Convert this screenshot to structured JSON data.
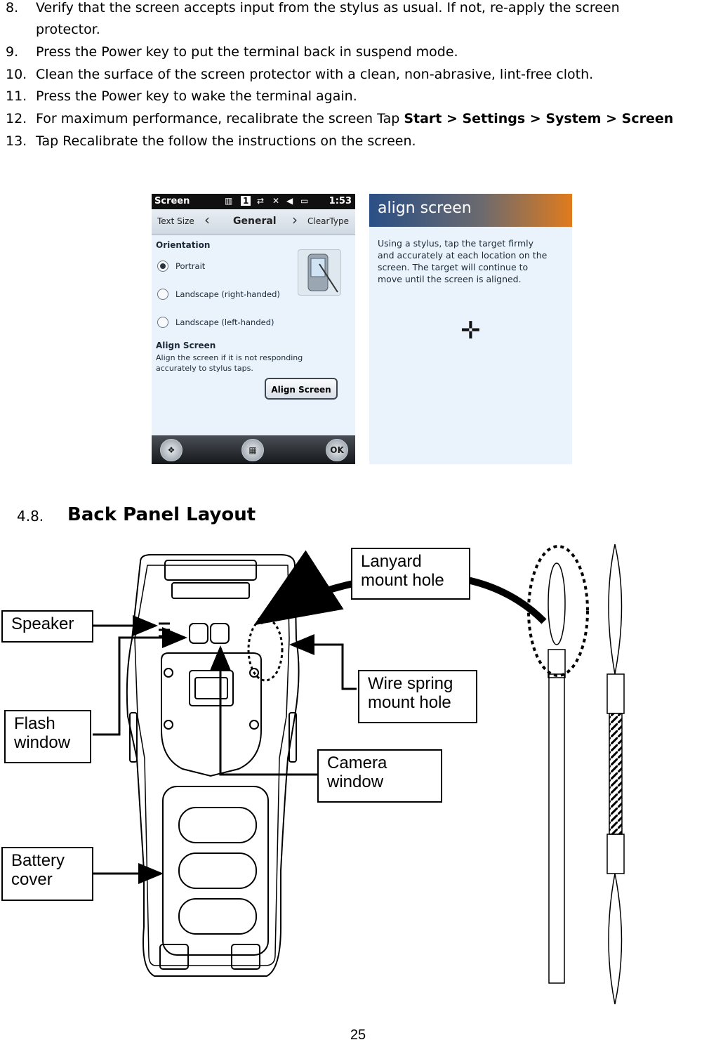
{
  "steps": [
    {
      "num": "8.",
      "lines": [
        "Verify that the screen accepts input from the stylus as usual. If not, re-apply the screen",
        "protector."
      ]
    },
    {
      "num": "9.",
      "lines": [
        "Press the Power key to put the terminal back in suspend mode."
      ]
    },
    {
      "num": "10.",
      "lines": [
        "Clean the surface of the screen protector with a clean, non-abrasive, lint-free cloth."
      ]
    },
    {
      "num": "11.",
      "lines": [
        "Press the Power key to wake the terminal again."
      ]
    },
    {
      "num": "12.",
      "prefix": "For maximum performance, recalibrate the screen Tap ",
      "bold": "Start > Settings > System > Screen"
    },
    {
      "num": "13.",
      "lines": [
        "Tap Recalibrate the follow the instructions on the screen."
      ]
    }
  ],
  "screen1": {
    "title": "Screen",
    "time": "1:53",
    "badge": "1",
    "tabs": {
      "left": "Text Size",
      "current": "General",
      "right": "ClearType"
    },
    "orientation_heading": "Orientation",
    "options": [
      {
        "label": "Portrait",
        "selected": true
      },
      {
        "label": "Landscape (right-handed)",
        "selected": false
      },
      {
        "label": "Landscape (left-handed)",
        "selected": false
      }
    ],
    "align_heading": "Align Screen",
    "align_desc": [
      "Align the screen if it is not responding",
      "accurately to stylus taps."
    ],
    "align_button": "Align Screen",
    "ok_label": "OK"
  },
  "screen2": {
    "title": "align screen",
    "text": [
      "Using a stylus, tap the target firmly",
      "and accurately at each location on the",
      "screen. The target will continue to",
      "move until the screen is aligned."
    ],
    "target": "✛"
  },
  "section": {
    "number": "4.8.",
    "title": "Back Panel Layout"
  },
  "callouts": {
    "lanyard": [
      "Lanyard",
      "mount hole"
    ],
    "speaker": [
      "Speaker"
    ],
    "wire_spring": [
      "Wire spring",
      "mount hole"
    ],
    "flash": [
      "Flash",
      "window"
    ],
    "camera": [
      "Camera",
      "window"
    ],
    "battery": [
      "Battery",
      "cover"
    ]
  },
  "page_number": "25"
}
